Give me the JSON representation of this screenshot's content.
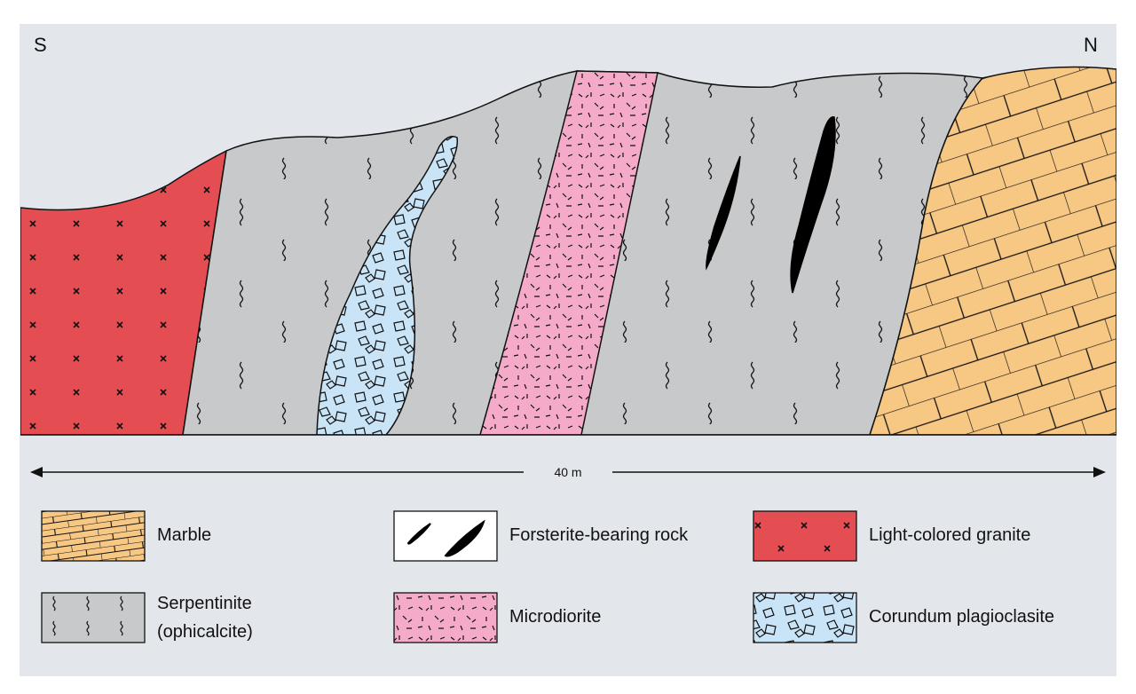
{
  "directions": {
    "south": "S",
    "north": "N"
  },
  "scale": {
    "label": "40 m"
  },
  "legend": [
    {
      "id": "marble",
      "label": "Marble",
      "color": "#f7c784"
    },
    {
      "id": "forsterite",
      "label": "Forsterite-bearing rock",
      "color": "#000000"
    },
    {
      "id": "granite",
      "label": "Light-colored granite",
      "color": "#e44d52"
    },
    {
      "id": "serpentinite",
      "label_line1": "Serpentinite",
      "label_line2": "(ophicalcite)",
      "color": "#c8c9cb"
    },
    {
      "id": "microdiorite",
      "label": "Microdiorite",
      "color": "#f4aac8"
    },
    {
      "id": "corundum",
      "label": "Corundum plagioclasite",
      "color": "#c9e4f6"
    }
  ]
}
